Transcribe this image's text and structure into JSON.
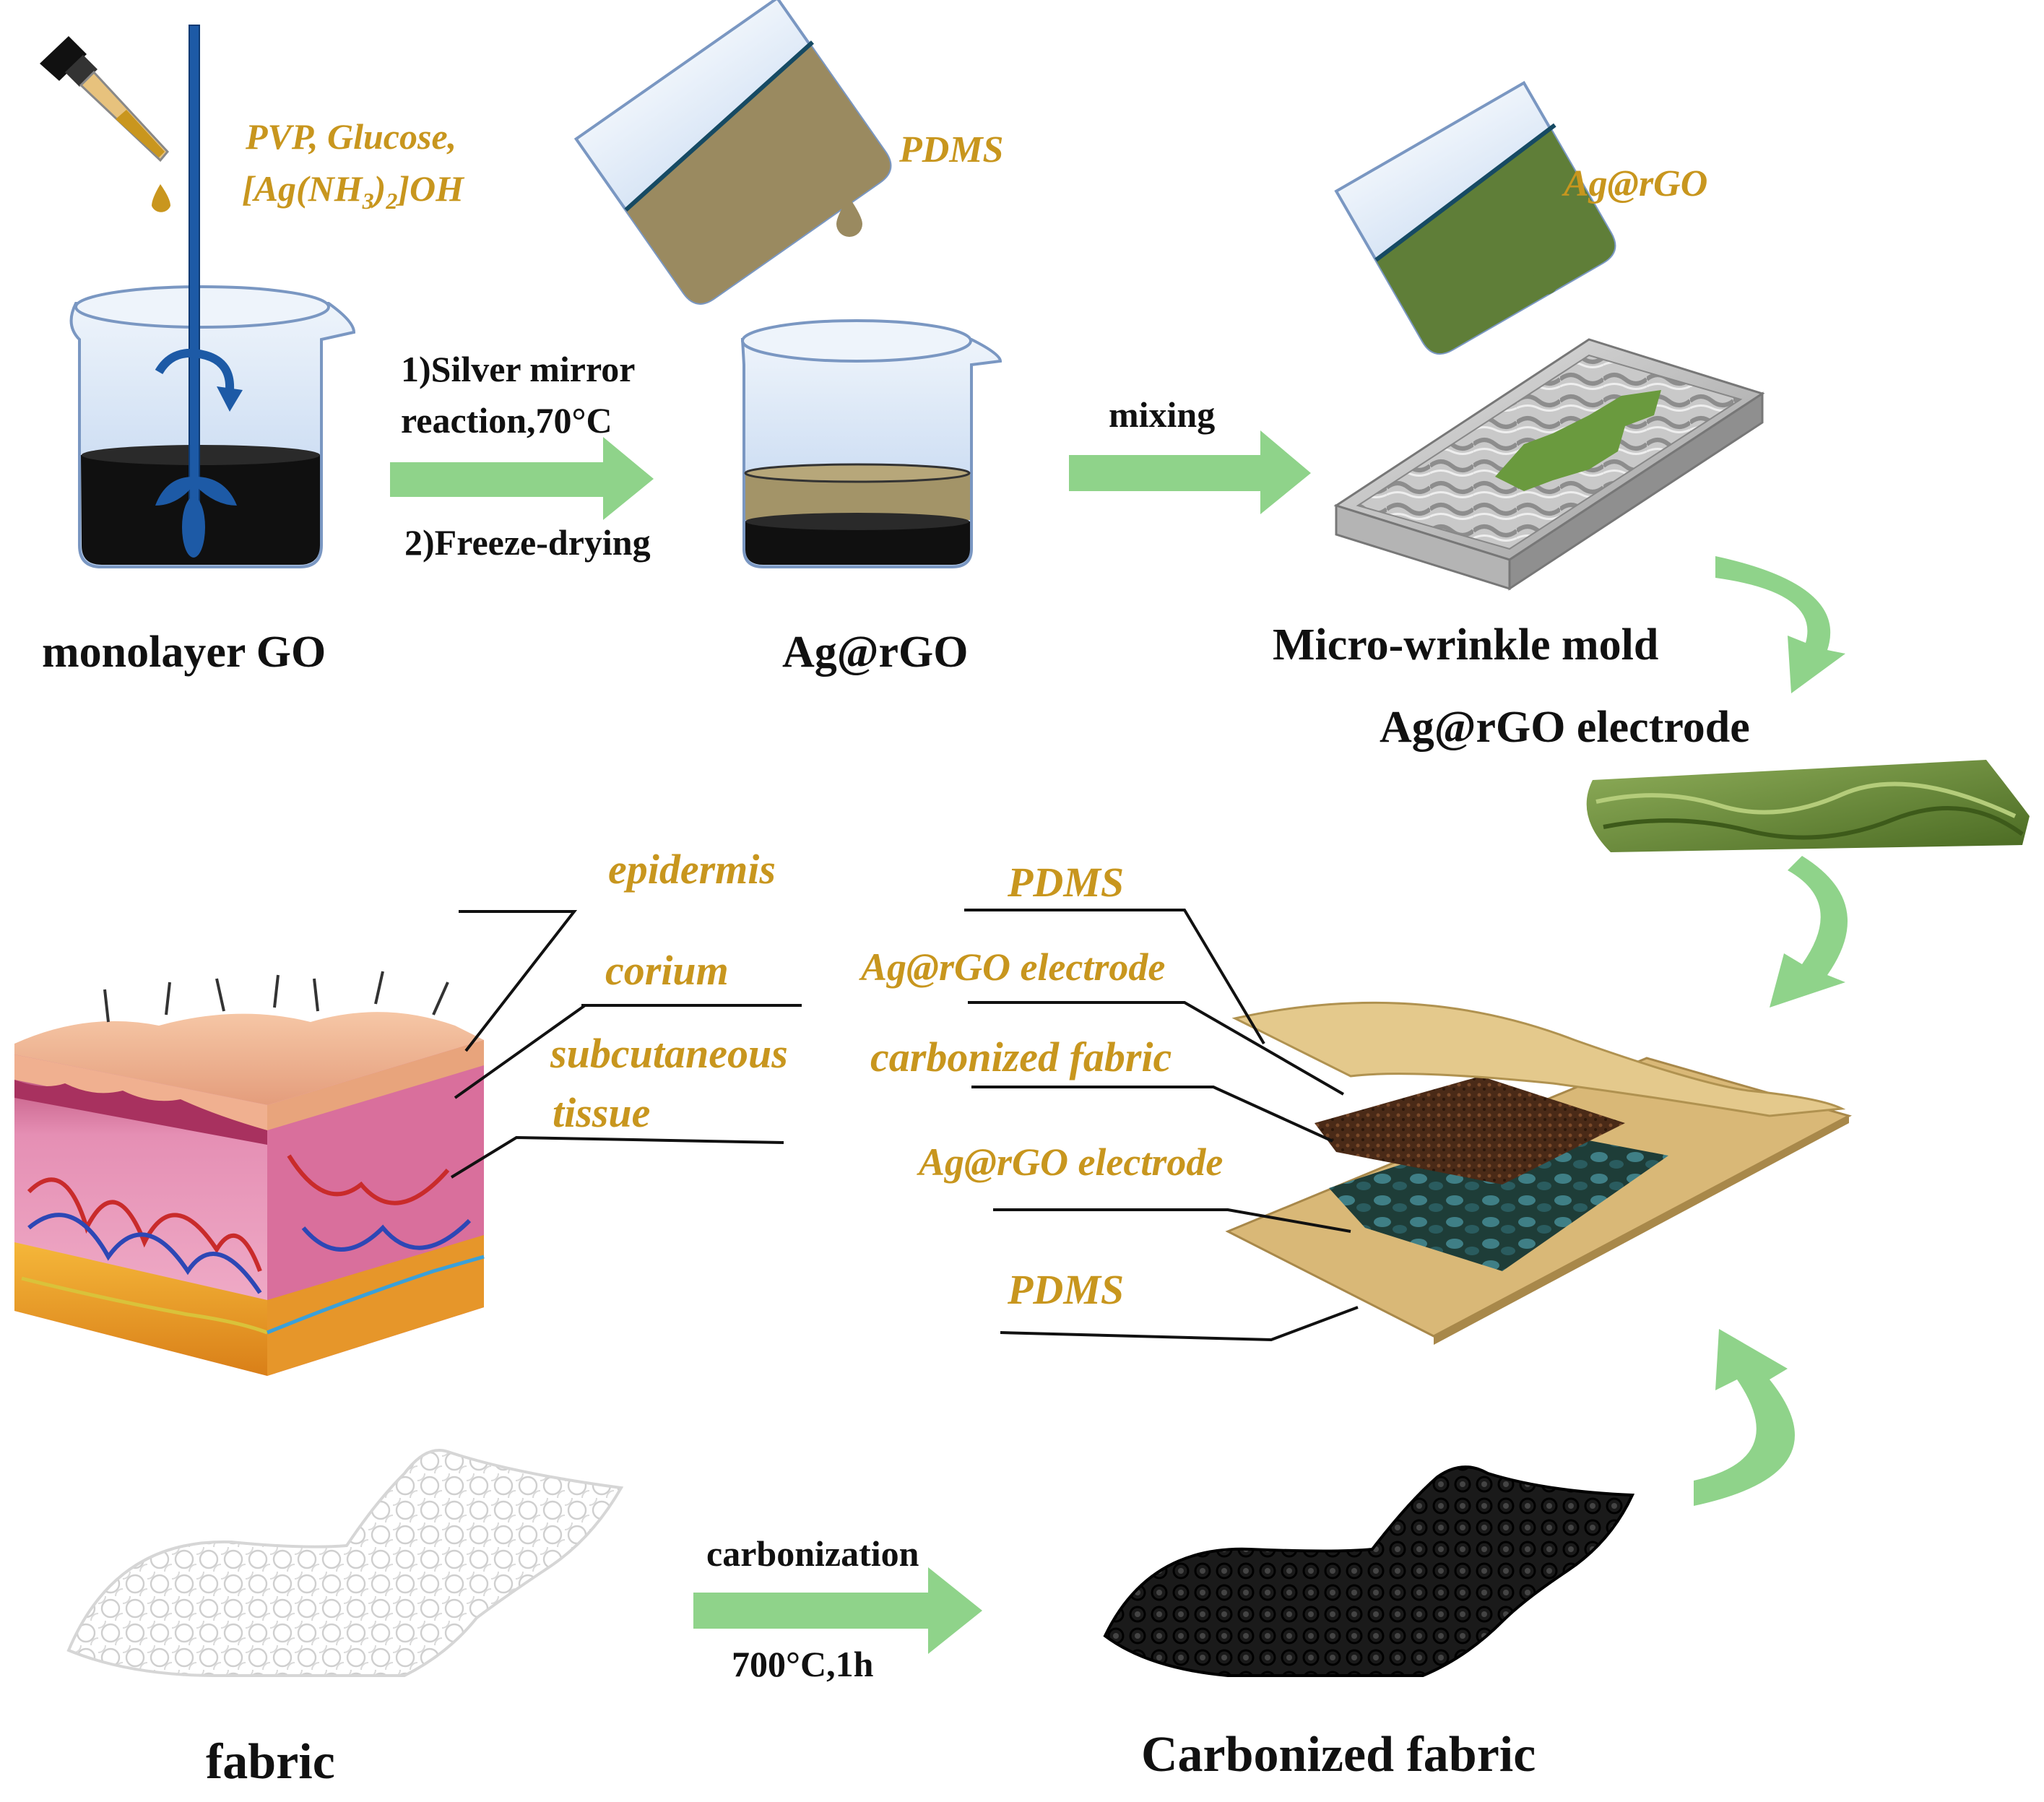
{
  "colors": {
    "gold": "#C8961E",
    "arrow_green": "#8fd38a",
    "curve_green_dark": "#5fae6a",
    "curve_green_light": "#b7e6b1",
    "beaker_blue": "#c9dcf2",
    "go_black": "#101010",
    "pdms_tan": "#9a8a60",
    "agrgo_green": "#5f7e38",
    "pdms_film": "#d9b877"
  },
  "top_row": {
    "reagents_line1": "PVP, Glucose,",
    "reagents_line2_prefix": "[Ag(NH",
    "reagents_sub1": "3",
    "reagents_mid": ")",
    "reagents_sub2": "2",
    "reagents_suffix": "]OH",
    "step1_line1": "1)Silver mirror",
    "step1_line2": "reaction,70°C",
    "step2": "2)Freeze-drying",
    "pour_pdms": "PDMS",
    "mixing": "mixing",
    "pour_agrgo": "Ag@rGO",
    "label_go": "monolayer GO",
    "label_agrgo": "Ag@rGO",
    "label_mold": "Micro-wrinkle mold",
    "label_electrode": "Ag@rGO electrode"
  },
  "middle_row": {
    "skin_labels": {
      "epidermis": "epidermis",
      "corium": "corium",
      "subcutaneous_1": "subcutaneous",
      "subcutaneous_2": "tissue"
    },
    "layer_labels": {
      "pdms_top": "PDMS",
      "electrode_top": "Ag@rGO electrode",
      "fabric": "carbonized fabric",
      "electrode_bottom": "Ag@rGO electrode",
      "pdms_bottom": "PDMS"
    }
  },
  "bottom_row": {
    "label_fabric": "fabric",
    "carbonization": "carbonization",
    "conditions": "700°C,1h",
    "label_carbonized": "Carbonized fabric"
  }
}
